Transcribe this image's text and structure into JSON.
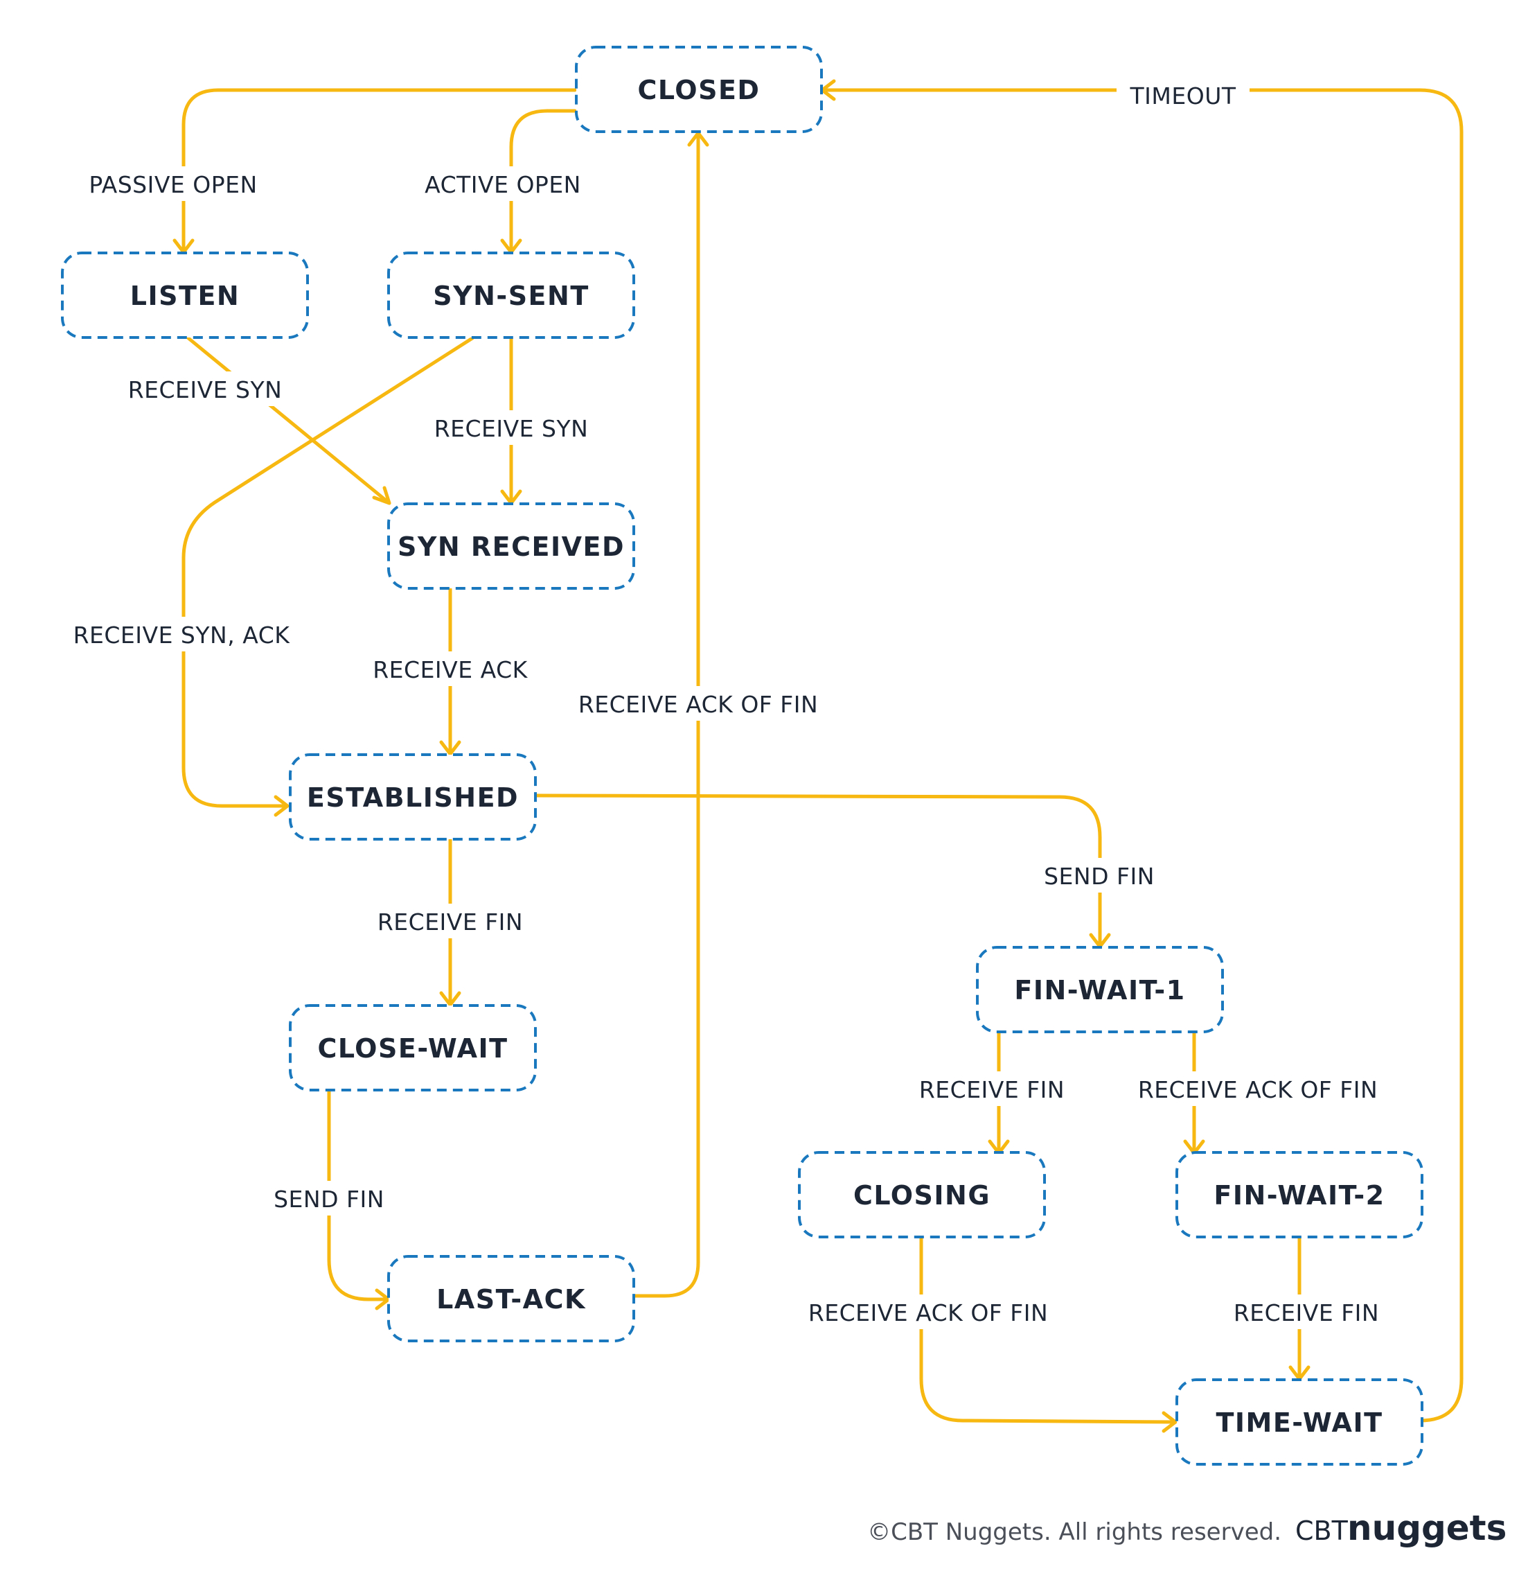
{
  "states": {
    "closed": "CLOSED",
    "listen": "LISTEN",
    "syn_sent": "SYN-SENT",
    "syn_received": "SYN RECEIVED",
    "established": "ESTABLISHED",
    "close_wait": "CLOSE-WAIT",
    "last_ack": "LAST-ACK",
    "fin_wait_1": "FIN-WAIT-1",
    "closing": "CLOSING",
    "fin_wait_2": "FIN-WAIT-2",
    "time_wait": "TIME-WAIT"
  },
  "transitions": {
    "passive_open": "PASSIVE OPEN",
    "active_open": "ACTIVE OPEN",
    "timeout": "TIMEOUT",
    "listen_receive_syn": "RECEIVE SYN",
    "synsent_receive_syn": "RECEIVE SYN",
    "receive_syn_ack": "RECEIVE SYN, ACK",
    "receive_ack": "RECEIVE ACK",
    "lastack_receive_ack_of_fin": "RECEIVE ACK OF FIN",
    "established_send_fin": "SEND FIN",
    "established_receive_fin": "RECEIVE FIN",
    "closewait_send_fin": "SEND FIN",
    "finwait1_receive_fin": "RECEIVE FIN",
    "finwait1_receive_ack_of_fin": "RECEIVE ACK OF FIN",
    "closing_receive_ack_of_fin": "RECEIVE ACK OF FIN",
    "finwait2_receive_fin": "RECEIVE FIN"
  },
  "footer": {
    "copyright": "©CBT Nuggets. All rights reserved.",
    "brand_prefix": "CBT",
    "brand_name": "nuggets"
  },
  "colors": {
    "box_border": "#1a79be",
    "arrow": "#f6b811",
    "text": "#1d2634"
  }
}
